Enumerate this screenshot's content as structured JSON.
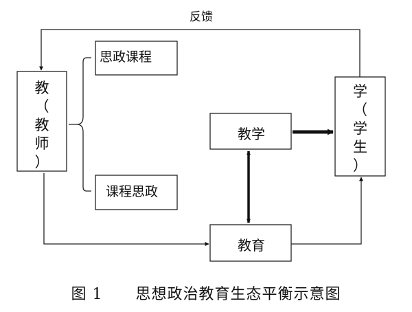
{
  "feedback_label": "反馈",
  "teacher_node": {
    "chars": [
      "教",
      "（",
      "教",
      "师",
      "）"
    ]
  },
  "student_node": {
    "chars": [
      "学",
      "（",
      "学",
      "生",
      "）"
    ]
  },
  "sizheng_course_label": "思政课程",
  "course_sizheng_label": "课程思政",
  "teaching_label": "教学",
  "education_label": "教育",
  "caption": {
    "number": "图 1",
    "text": "思想政治教育生态平衡示意图"
  }
}
